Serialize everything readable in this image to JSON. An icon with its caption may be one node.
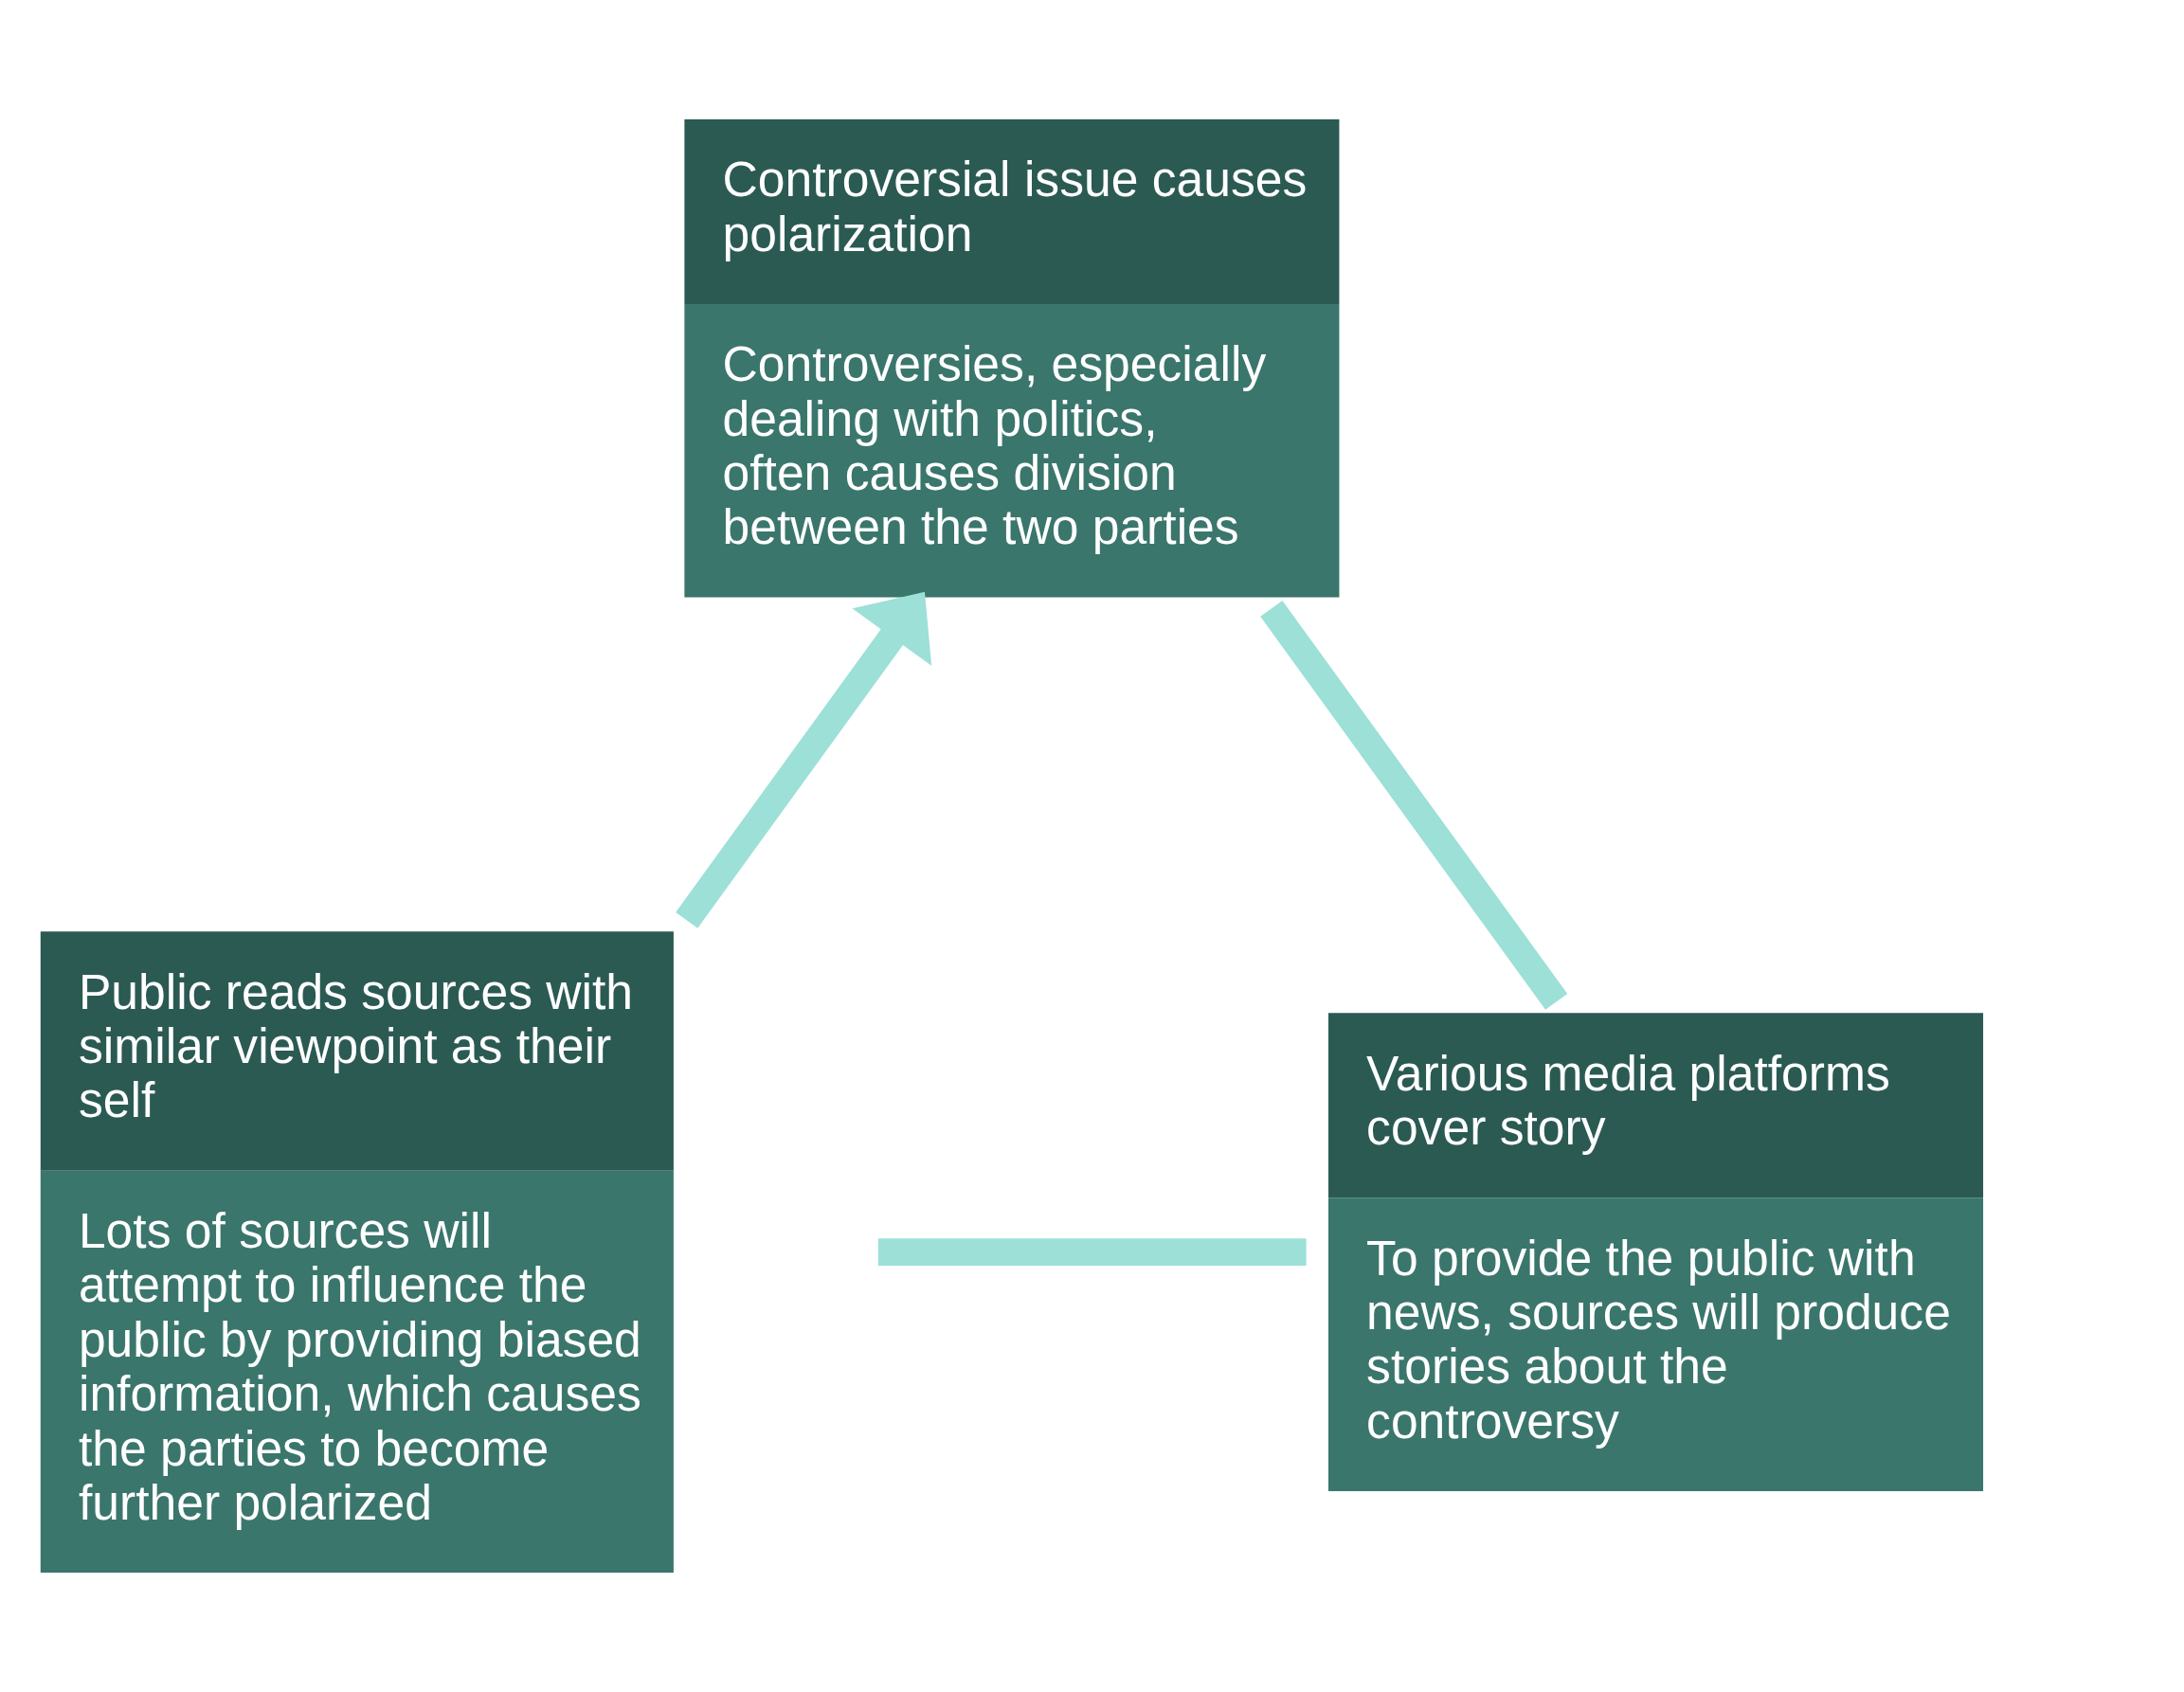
{
  "diagram": {
    "nodes": [
      {
        "text": [
          "Controversial issue causes polarization",
          "Controversies, especially dealing with politics, often causes division between the two parties"
        ]
      },
      {
        "text": [
          "Various media platforms cover story",
          "To provide the public with news, sources will produce stories about the controversy"
        ]
      },
      {
        "text": [
          "Public reads sources with similar viewpoint as their self",
          "Lots of sources will attempt to influence the public by providing biased information, which causes the parties to become further polarized"
        ]
      }
    ],
    "edges": [
      {
        "from": 0,
        "to": 1,
        "arrow": "none"
      },
      {
        "from": 1,
        "to": 2,
        "arrow": "none"
      },
      {
        "from": 2,
        "to": 0,
        "arrow": "to"
      }
    ]
  }
}
